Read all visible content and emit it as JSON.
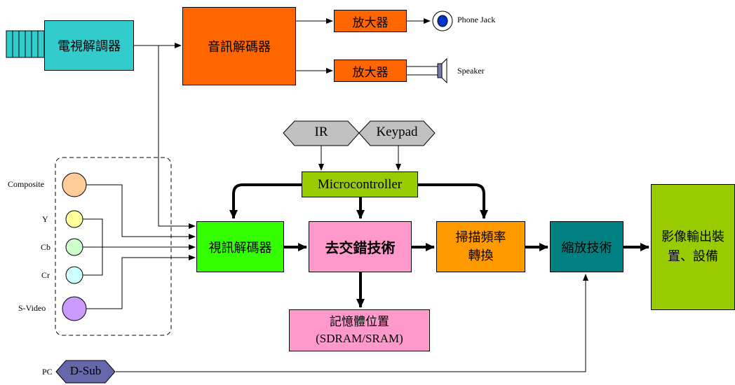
{
  "tv_tuner": "電視解調器",
  "audio_decoder": "音訊解碼器",
  "amp_top": "放大器",
  "amp_bottom": "放大器",
  "phone_jack": "Phone Jack",
  "speaker": "Speaker",
  "ir": "IR",
  "keypad": "Keypad",
  "microcontroller": "Microcontroller",
  "inputs": {
    "composite": "Composite",
    "y": "Y",
    "cb": "Cb",
    "cr": "Cr",
    "svideo": "S-Video"
  },
  "video_decoder": "視訊解碼器",
  "deinterlace": "去交錯技術",
  "scan_conv_line1": "掃描頻率",
  "scan_conv_line2": "轉換",
  "scaler": "縮放技術",
  "output_line1": "影像輸出裝",
  "output_line2": "置、設備",
  "memory_line1": "記憶體位置",
  "memory_line2": "(SDRAM/SRAM)",
  "pc_label": "PC",
  "dsub": "D-Sub",
  "colors": {
    "tuner": "#33CCCC",
    "orange": "#FF6600",
    "amber": "#FF9900",
    "gray": "#C0C0C0",
    "green_mc": "#99CC00",
    "green_dec": "#33FF00",
    "pink": "#FF99CC",
    "teal": "#008080",
    "output": "#99CC00",
    "dsub": "#6666AA",
    "composite": "#FFCC99",
    "y": "#FFFF99",
    "cb": "#CCFFCC",
    "cr": "#CCFFFF",
    "svideo": "#CC99FF"
  }
}
